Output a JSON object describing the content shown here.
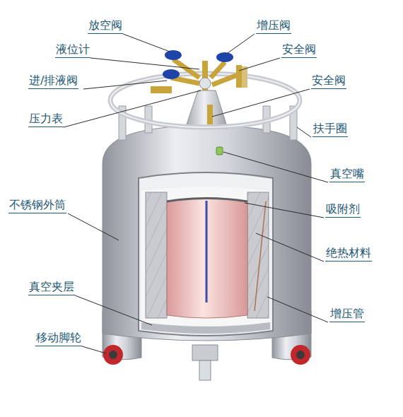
{
  "diagram": {
    "labels": [
      "放空阀",
      "增压阀",
      "液位计",
      "安全阀",
      "进/排液阀",
      "安全阀",
      "压力表",
      "扶手圈",
      "真空嘴",
      "不锈钢外筒",
      "吸附剂",
      "绝热材料",
      "真空夹层",
      "增压管",
      "移动脚轮"
    ]
  }
}
